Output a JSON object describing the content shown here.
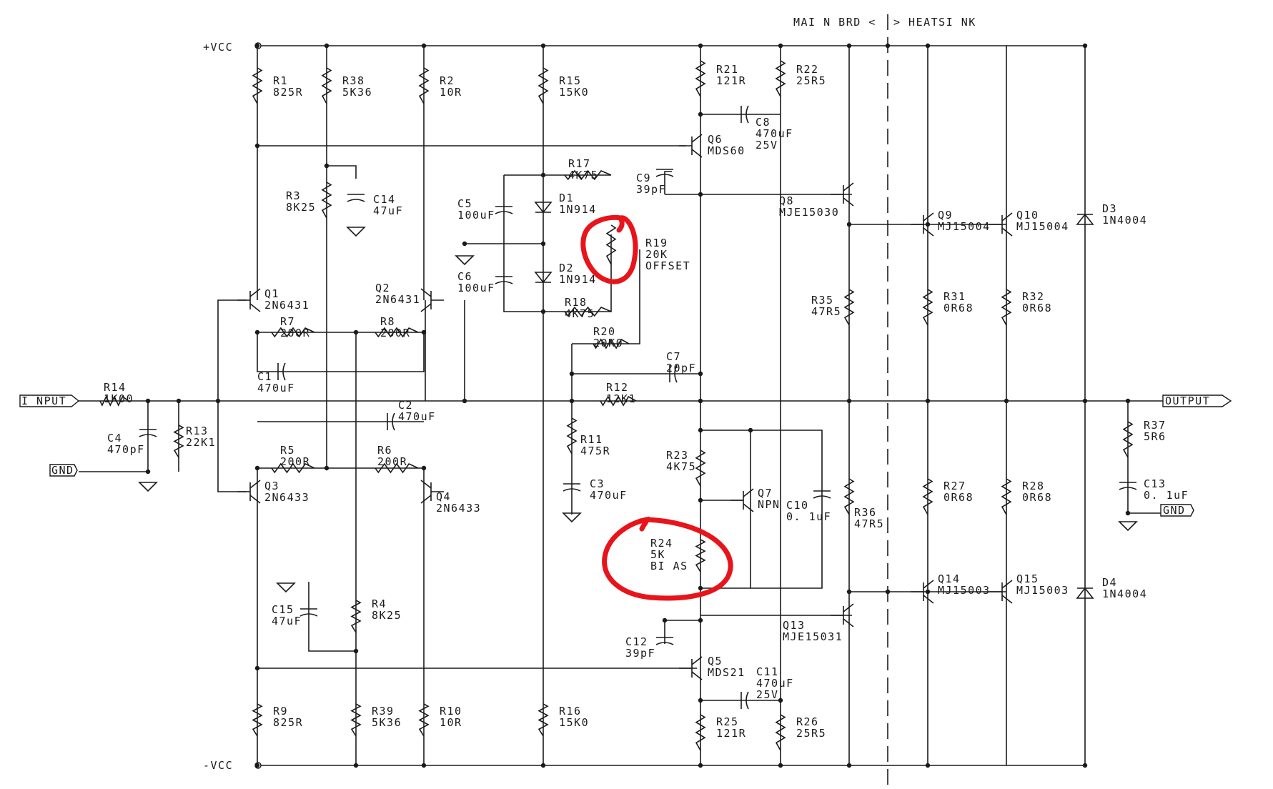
{
  "header": {
    "main_brd": "MAI N BRD <",
    "heatsink": "> HEATSI NK"
  },
  "rails": {
    "vcc_pos": "+VCC",
    "vcc_neg": "-VCC"
  },
  "ports": {
    "input": "I NPUT",
    "output": "OUTPUT",
    "gnd_left": "GND",
    "gnd_right": "GND"
  },
  "parts": {
    "R1": [
      "R1",
      "825R"
    ],
    "R38": [
      "R38",
      "5K36"
    ],
    "R2": [
      "R2",
      "10R"
    ],
    "R15": [
      "R15",
      "15K0"
    ],
    "R21": [
      "R21",
      "121R"
    ],
    "R22": [
      "R22",
      "25R5"
    ],
    "C8": [
      "C8",
      "470uF",
      "25V"
    ],
    "Q6": [
      "Q6",
      "MDS60"
    ],
    "R17": [
      "R17",
      "4K75"
    ],
    "C9": [
      "C9",
      "39pF"
    ],
    "R3": [
      "R3",
      "8K25"
    ],
    "C14": [
      "C14",
      "47uF"
    ],
    "C5": [
      "C5",
      "100uF"
    ],
    "D1": [
      "D1",
      "1N914"
    ],
    "Q8": [
      "Q8",
      "MJE15030"
    ],
    "Q9": [
      "Q9",
      "MJ15004"
    ],
    "Q10": [
      "Q10",
      "MJ15004"
    ],
    "D3": [
      "D3",
      "1N4004"
    ],
    "R19": [
      "R19",
      "20K",
      "OFFSET"
    ],
    "C6": [
      "C6",
      "100uF"
    ],
    "D2": [
      "D2",
      "1N914"
    ],
    "Q1": [
      "Q1",
      "2N6431"
    ],
    "Q2": [
      "Q2",
      "2N6431"
    ],
    "R18": [
      "R18",
      "4K75"
    ],
    "R35": [
      "R35",
      "47R5"
    ],
    "R31": [
      "R31",
      "0R68"
    ],
    "R32": [
      "R32",
      "0R68"
    ],
    "R7": [
      "R7",
      "200R"
    ],
    "R8": [
      "R8",
      "200R"
    ],
    "R20": [
      "R20",
      "20K0"
    ],
    "C7": [
      "C7",
      "20pF"
    ],
    "C1": [
      "C1",
      "470uF"
    ],
    "R14": [
      "R14",
      "1K00"
    ],
    "R12": [
      "R12",
      "12K1"
    ],
    "C2": [
      "C2",
      "470uF"
    ],
    "R11": [
      "R11",
      "475R"
    ],
    "R37": [
      "R37",
      "5R6"
    ],
    "C4": [
      "C4",
      "470pF"
    ],
    "R13": [
      "R13",
      "22K1"
    ],
    "R23": [
      "R23",
      "4K75"
    ],
    "R5": [
      "R5",
      "200R"
    ],
    "R6": [
      "R6",
      "200R"
    ],
    "C13": [
      "C13",
      "0. 1uF"
    ],
    "Q3": [
      "Q3",
      "2N6433"
    ],
    "Q4": [
      "Q4",
      "2N6433"
    ],
    "C3": [
      "C3",
      "470uF"
    ],
    "Q7": [
      "Q7",
      "NPN"
    ],
    "C10": [
      "C10",
      "0. 1uF"
    ],
    "R27": [
      "R27",
      "0R68"
    ],
    "R28": [
      "R28",
      "0R68"
    ],
    "R36": [
      "R36",
      "47R5"
    ],
    "R24": [
      "R24",
      "5K",
      "BI AS"
    ],
    "Q14": [
      "Q14",
      "MJ15003"
    ],
    "Q15": [
      "Q15",
      "MJ15003"
    ],
    "D4": [
      "D4",
      "1N4004"
    ],
    "C15": [
      "C15",
      "47uF"
    ],
    "R4": [
      "R4",
      "8K25"
    ],
    "Q13": [
      "Q13",
      "MJE15031"
    ],
    "C12": [
      "C12",
      "39pF"
    ],
    "Q5": [
      "Q5",
      "MDS21"
    ],
    "C11": [
      "C11",
      "470uF",
      "25V"
    ],
    "R9": [
      "R9",
      "825R"
    ],
    "R39": [
      "R39",
      "5K36"
    ],
    "R10": [
      "R10",
      "10R"
    ],
    "R16": [
      "R16",
      "15K0"
    ],
    "R25": [
      "R25",
      "121R"
    ],
    "R26": [
      "R26",
      "25R5"
    ]
  },
  "annotations": {
    "highlight_color": "#e8141b",
    "circled": [
      "R19",
      "R24"
    ]
  }
}
